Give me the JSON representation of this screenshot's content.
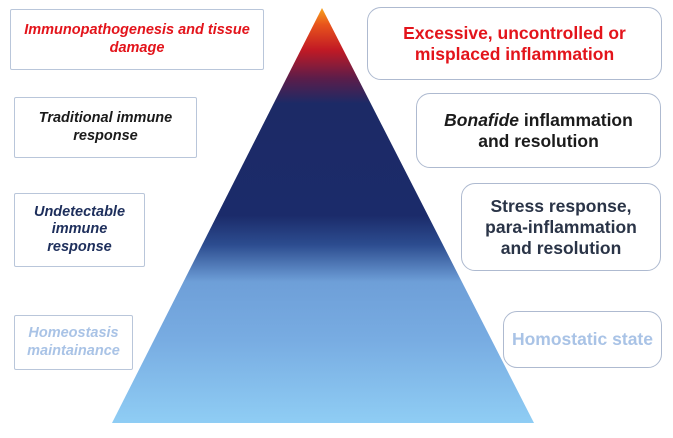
{
  "left_labels": {
    "level1": "Immunopathogenesis and tissue damage",
    "level2": "Traditional immune response",
    "level3": "Undetectable immune response",
    "level4": "Homeostasis maintainance"
  },
  "right_labels": {
    "level1": "Excessive, uncontrolled or misplaced inflammation",
    "level2_emphasis": "Bonafide",
    "level2_rest": " inflammation and resolution",
    "level3": "Stress response, para-inflammation and resolution",
    "level4": "Homostatic state"
  },
  "colors": {
    "apex_orange": "#f7a21b",
    "apex_red": "#c21a24",
    "navy": "#1b2a66",
    "mid_blue": "#6c9fd9",
    "base_blue": "#8fcdf4",
    "red_text": "#e3141b",
    "pale_text": "#a9c3e6"
  }
}
